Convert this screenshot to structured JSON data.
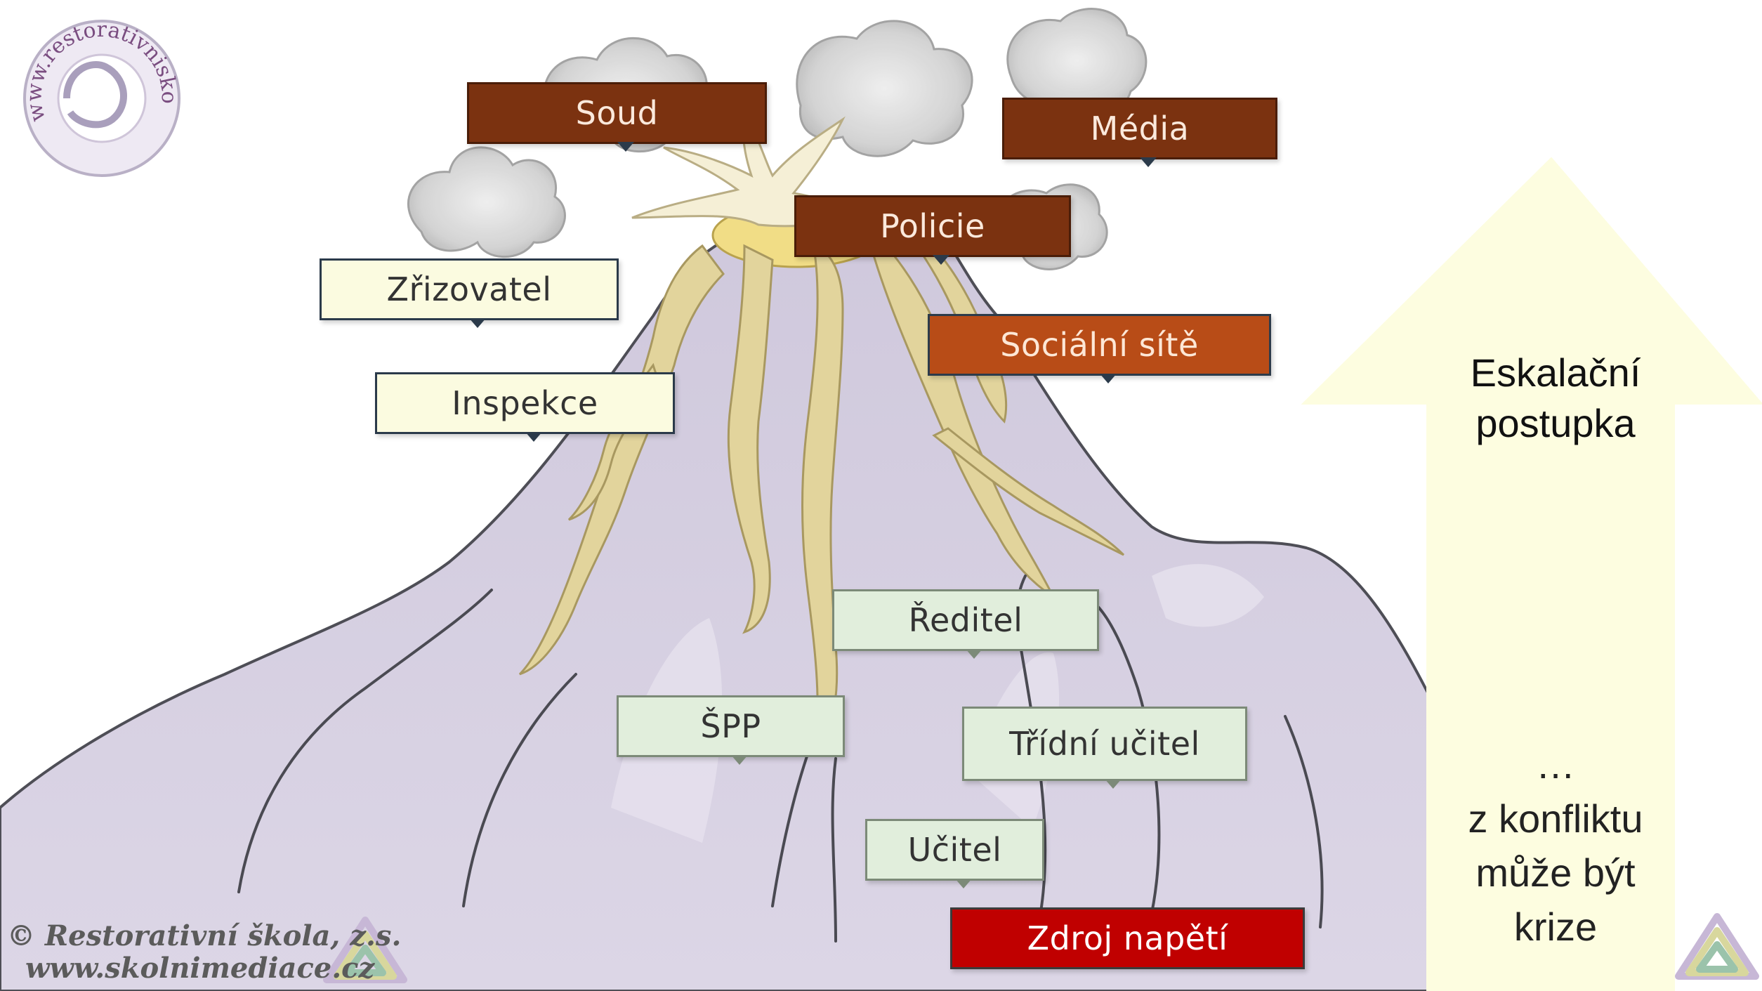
{
  "logo": {
    "text": "www.restorativniskola.cz"
  },
  "labels": {
    "soud": "Soud",
    "media": "Média",
    "policie": "Policie",
    "zrizovatel": "Zřizovatel",
    "socialni_site": "Sociální sítě",
    "inspekce": "Inspekce",
    "reditel": "Ředitel",
    "spp": "ŠPP",
    "tridni_ucitel": "Třídní učitel",
    "ucitel": "Učitel",
    "zdroj_napeti": "Zdroj napětí"
  },
  "arrow": {
    "title_line1": "Eskalační",
    "title_line2": "postupka",
    "bottom_line1": "…",
    "bottom_line2": "z konfliktu",
    "bottom_line3": "může být",
    "bottom_line4": "krize"
  },
  "footer": {
    "copyright_line1": "© Restorativní škola, z.s.",
    "copyright_line2": "www.skolnimediace.cz"
  },
  "colors": {
    "brown": "#7b3210",
    "orange": "#b84c17",
    "cream": "#fbfbe0",
    "mint": "#e1eedc",
    "red": "#c00000",
    "volcano": "#d6d0e2",
    "lava": "#e2d49c",
    "arrow": "#fdfde0"
  }
}
